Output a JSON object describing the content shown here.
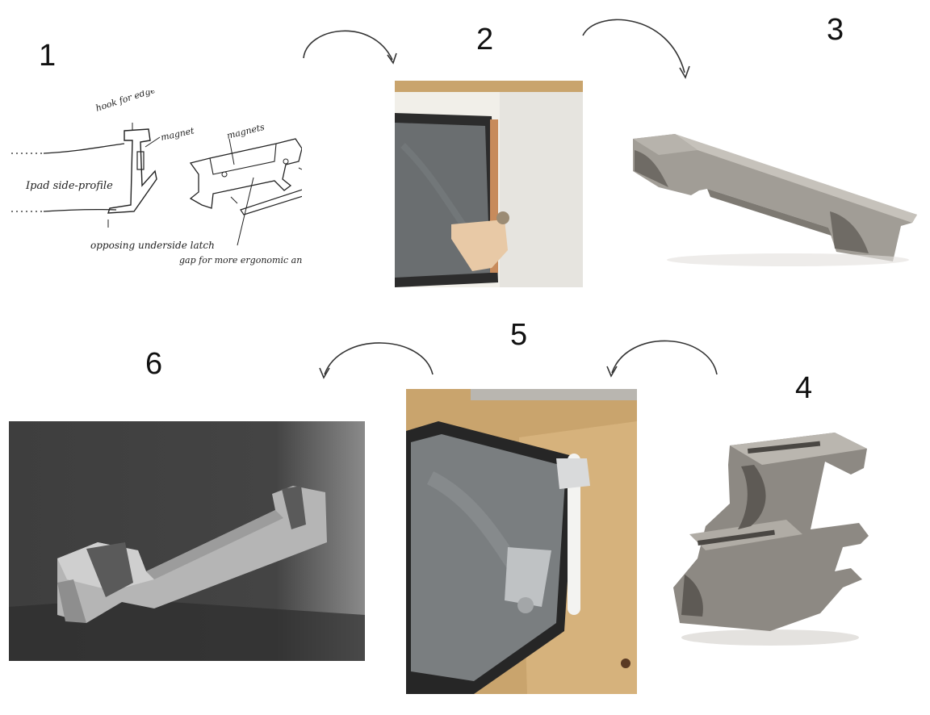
{
  "steps": [
    {
      "number": "1"
    },
    {
      "number": "2"
    },
    {
      "number": "3"
    },
    {
      "number": "4"
    },
    {
      "number": "5"
    },
    {
      "number": "6"
    }
  ],
  "sketch": {
    "hook_label": "hook for edge",
    "magnet_label": "magnet",
    "magnets_label": "magnets",
    "ipad_label": "Ipad side-profile",
    "latch_label": "opposing underside latch",
    "gap_label": "gap for more ergonomic and easier pencil seperation"
  },
  "colors": {
    "model_gray": "#8a8782",
    "render_bg": "#3a3a3a",
    "wood": "#c9a46d",
    "ipad_dark": "#2a2a2a"
  }
}
